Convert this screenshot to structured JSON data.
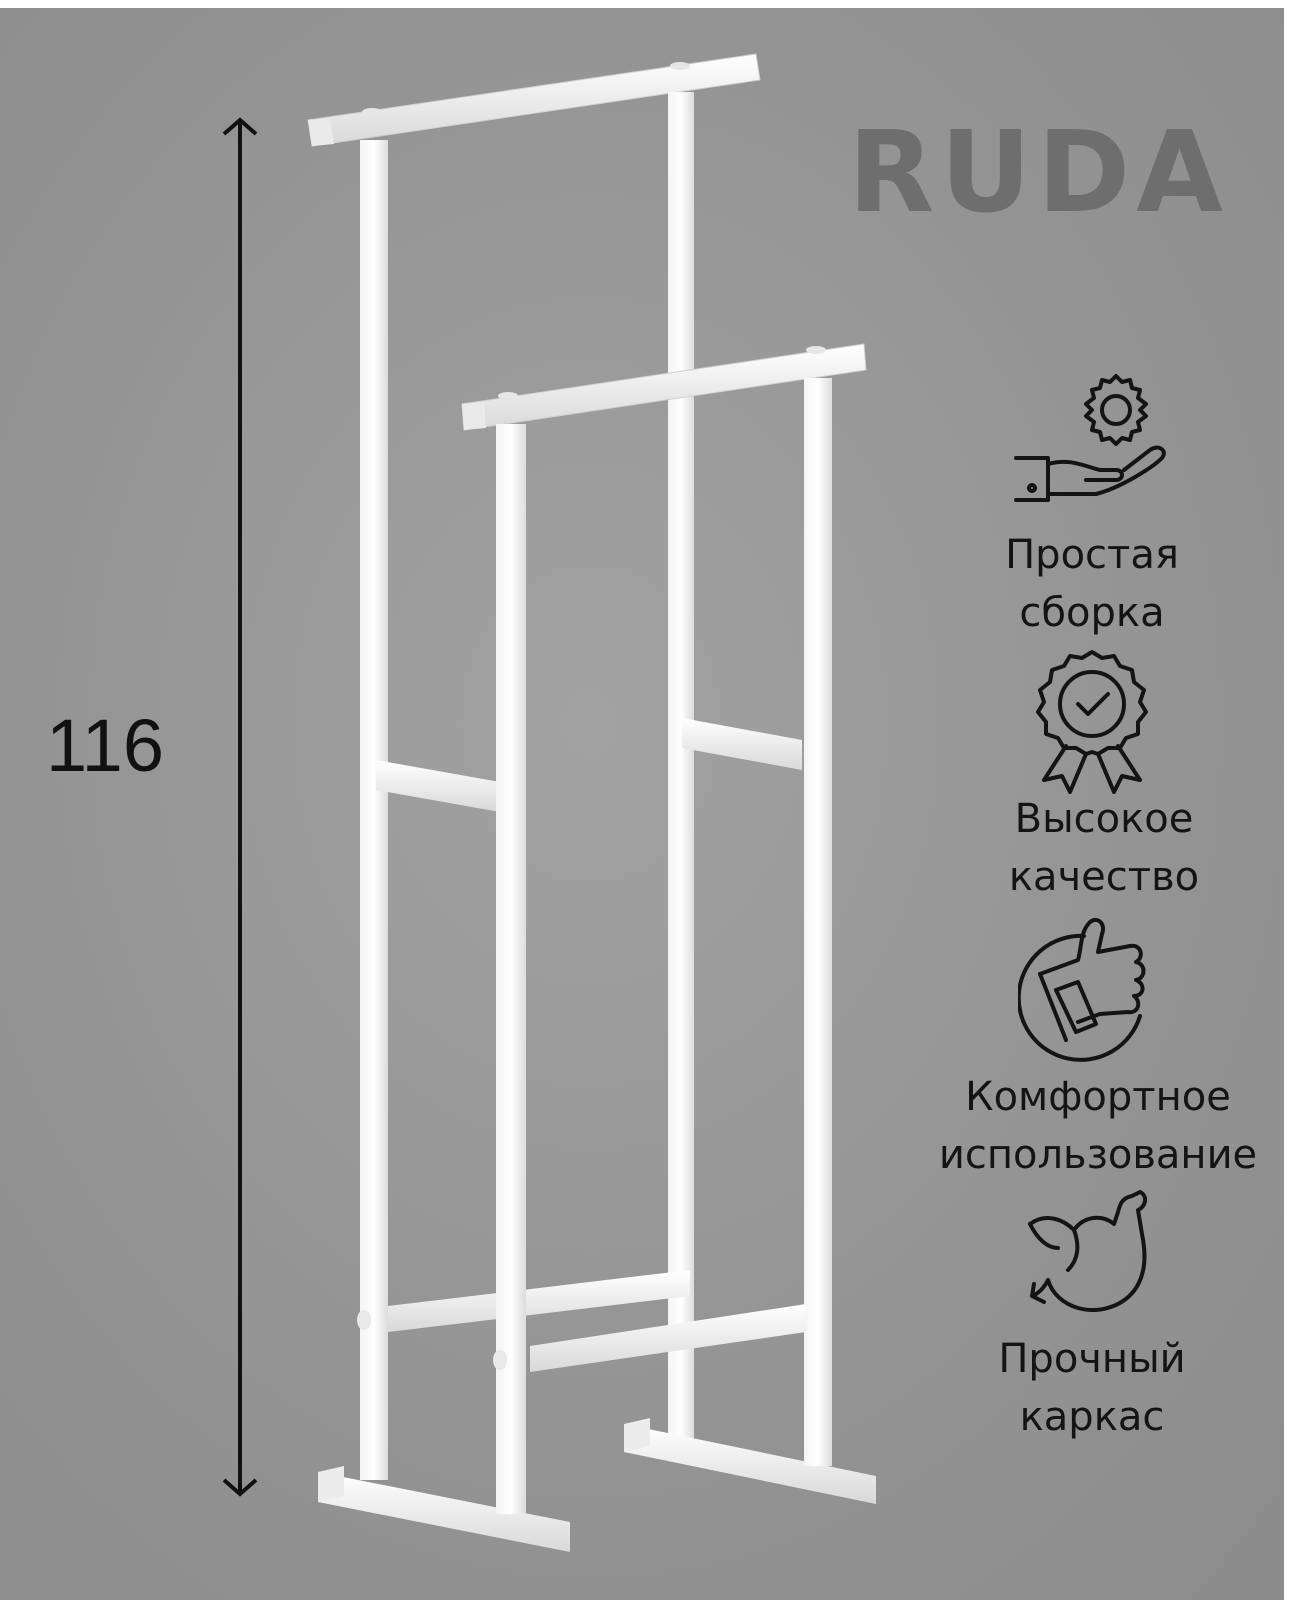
{
  "brand": {
    "logo_text": "RUDA"
  },
  "dimension": {
    "height_label": "116"
  },
  "features": [
    {
      "icon": "gear-hand-icon",
      "line1": "Простая",
      "line2": "сборка"
    },
    {
      "icon": "quality-badge-icon",
      "line1": "Высокое",
      "line2": "качество"
    },
    {
      "icon": "thumbs-up-icon",
      "line1": "Комфортное",
      "line2": "использование"
    },
    {
      "icon": "flexed-arm-icon",
      "line1": "Прочный",
      "line2": "каркас"
    }
  ],
  "colors": {
    "background": "#929292",
    "product": "#ffffff",
    "logo": "#6e6e6e",
    "text": "#141414"
  }
}
